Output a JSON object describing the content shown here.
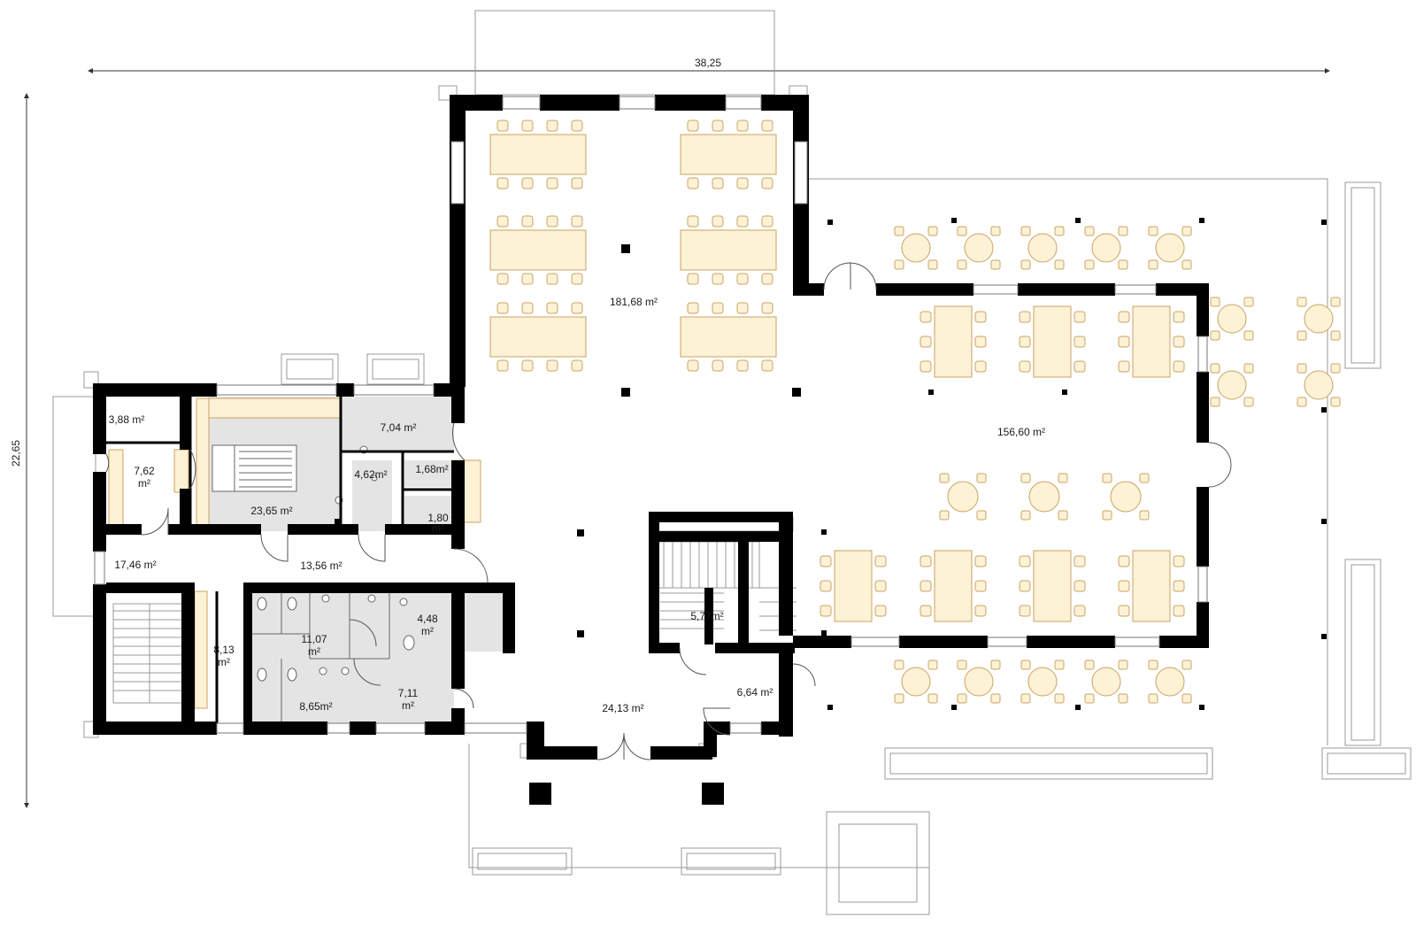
{
  "dimensions": {
    "width_label": "38,25",
    "height_label": "22,65"
  },
  "rooms": [
    {
      "id": "dining-hall",
      "area": "181,68 m²"
    },
    {
      "id": "terrace-hall",
      "area": "156,60 m²"
    },
    {
      "id": "storage",
      "area": "3,88 m²"
    },
    {
      "id": "cloakroom",
      "area": "7,62",
      "unit": "m²"
    },
    {
      "id": "kitchen",
      "area": "23,65 m²"
    },
    {
      "id": "prep-room",
      "area": "7,04 m²"
    },
    {
      "id": "wash-room",
      "area": "4,62m²"
    },
    {
      "id": "closet-1",
      "area": "1,68m²"
    },
    {
      "id": "closet-2",
      "area": "1,80",
      "unit": "m²"
    },
    {
      "id": "entry-hall",
      "area": "17,46 m²"
    },
    {
      "id": "corridor",
      "area": "13,56 m²"
    },
    {
      "id": "stair-corridor",
      "area": "8,13",
      "unit": "m²"
    },
    {
      "id": "wc-women",
      "area": "11,07",
      "unit": "m²"
    },
    {
      "id": "wc-men",
      "area": "8,65m²"
    },
    {
      "id": "wc-accessible",
      "area": "4,48",
      "unit": "m²"
    },
    {
      "id": "wc-lobby",
      "area": "7,11",
      "unit": "m²"
    },
    {
      "id": "lobby",
      "area": "24,13 m²"
    },
    {
      "id": "bar-storage",
      "area": "5,77m²"
    },
    {
      "id": "vestibule",
      "area": "6,64 m²"
    }
  ],
  "colors": {
    "wall": "#000000",
    "floor_tile": "#e4e4e4",
    "furniture": "#fdf1d6",
    "furniture_stroke": "#c9a463",
    "outline": "#9a9a9a"
  }
}
